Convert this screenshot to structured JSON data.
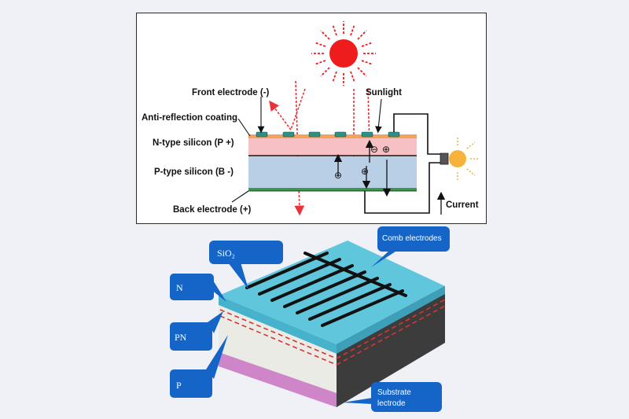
{
  "top_diagram": {
    "labels": {
      "front_electrode": "Front electrode (-)",
      "anti_reflection": "Anti-reflection coating",
      "n_type": "N-type silicon (P +)",
      "p_type": "P-type silicon (B -)",
      "back_electrode": "Back electrode (+)",
      "sunlight": "Sunlight",
      "current": "Current"
    },
    "charges": {
      "negative": "⊖",
      "positive": "⊕"
    },
    "colors": {
      "sun": "#ee1c1c",
      "ray": "#e8333a",
      "n_layer": "#f7c0c4",
      "p_layer": "#b9cfe6",
      "coating": "#f3a25a",
      "electrode": "#2e8f87",
      "back_electrode": "#3a9a4a",
      "bulb": "#f7b23b"
    }
  },
  "bottom_diagram": {
    "callouts": {
      "comb_electrodes": "Comb electrodes",
      "sio2": "SiO₂",
      "n": "N",
      "pn": "PN",
      "p": "P",
      "substrate_line1": "Substrate",
      "substrate_line2": "lectrode"
    },
    "colors": {
      "top_face": "#5fc6dc",
      "side_face": "#e7e7e2",
      "dark_side": "#3a3a3a",
      "base": "#cf86c9",
      "callout": "#1565c8",
      "dashes": "#d83434"
    }
  }
}
